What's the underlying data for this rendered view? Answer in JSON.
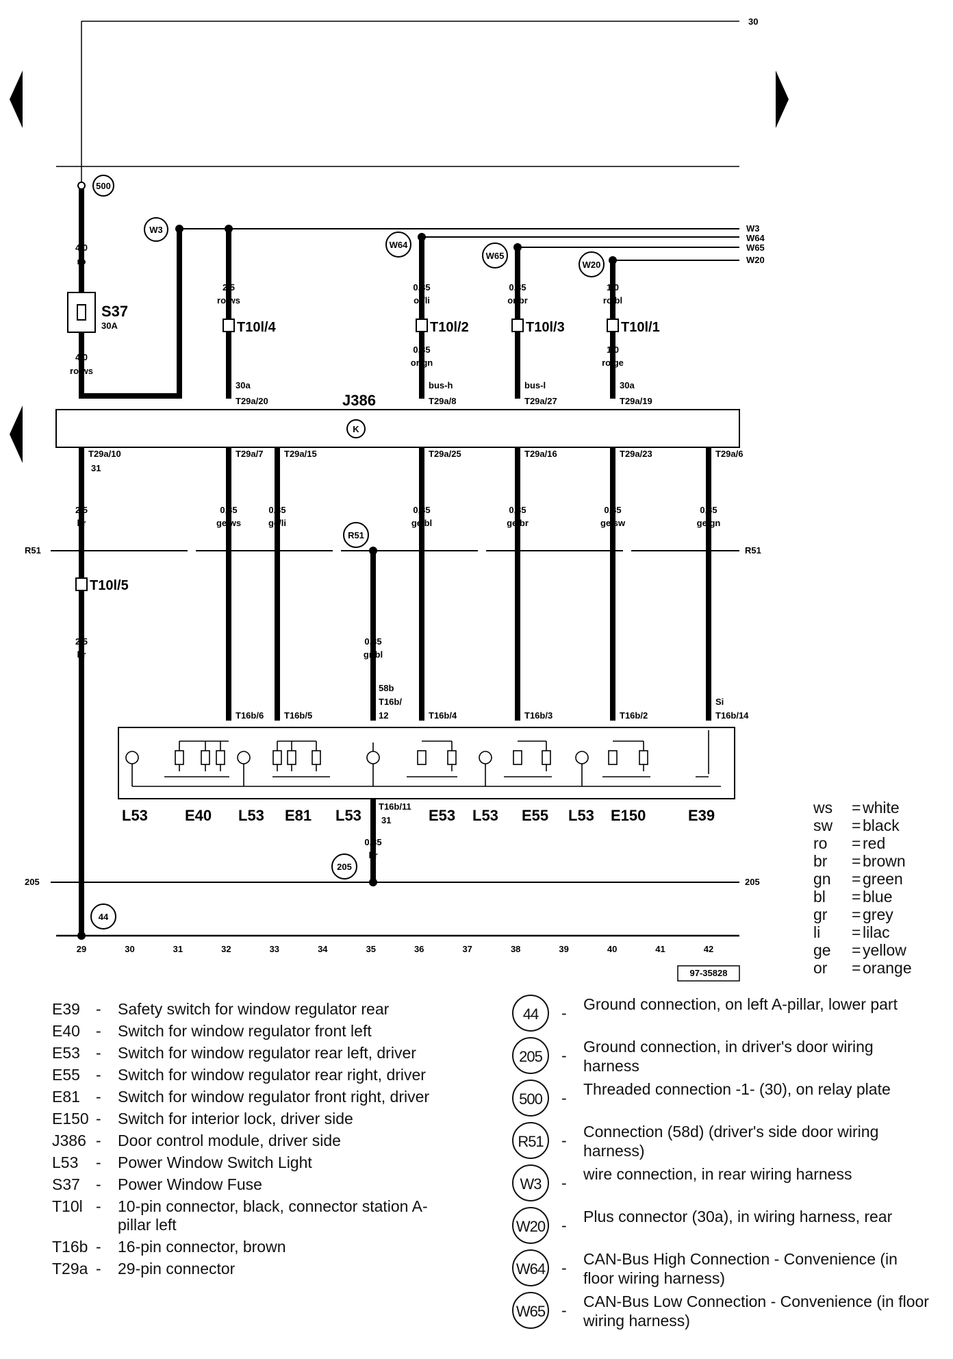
{
  "diagram": {
    "top_terminal": "30",
    "fuse": {
      "code": "S37",
      "rating": "30A"
    },
    "wire_w3": "W3",
    "wire_w64": "W64",
    "wire_w65": "W65",
    "wire_w20": "W20",
    "circle_500": "500",
    "circle_w3": "W3",
    "circle_w64": "W64",
    "circle_w65": "W65",
    "circle_w20": "W20",
    "circle_r51": "R51",
    "circle_205": "205",
    "circle_44": "44",
    "wire_fuse_in": {
      "gauge": "4,0",
      "color": "ro"
    },
    "wire_fuse_out": {
      "gauge": "4,0",
      "color": "ro/ws"
    },
    "upper_wires": [
      {
        "gauge": "2,5",
        "color": "ro/ws",
        "connector": "T10l/4",
        "pin_label": "30a",
        "pin": "T29a/20"
      },
      {
        "gauge": "0,35",
        "color": "or/li",
        "connector": "T10l/2",
        "gauge2": "0,35",
        "color2": "or/gn",
        "pin_label": "bus-h",
        "pin": "T29a/8"
      },
      {
        "gauge": "0,35",
        "color": "or/br",
        "connector": "T10l/3",
        "pin_label": "bus-l",
        "pin": "T29a/27"
      },
      {
        "gauge": "1,0",
        "color": "ro/bl",
        "connector": "T10l/1",
        "gauge2": "1,0",
        "color2": "ro/ge",
        "pin_label": "30a",
        "pin": "T29a/19"
      }
    ],
    "module": {
      "code": "J386",
      "symbol": "K"
    },
    "lower_pins": [
      {
        "pin": "T29a/10",
        "sub": "31",
        "gauge": "2,5",
        "color": "br"
      },
      {
        "pin": "T29a/7",
        "gauge": "0,35",
        "color": "ge/ws",
        "t16": "T16b/6"
      },
      {
        "pin": "T29a/15",
        "gauge": "0,35",
        "color": "ge/li",
        "t16": "T16b/5"
      },
      {
        "pin": "T29a/25",
        "gauge": "0,35",
        "color": "ge/bl",
        "t16": "T16b/4"
      },
      {
        "pin": "T29a/16",
        "gauge": "0,35",
        "color": "ge/br",
        "t16": "T16b/3"
      },
      {
        "pin": "T29a/23",
        "gauge": "0,35",
        "color": "ge/sw",
        "t16": "T16b/2"
      },
      {
        "pin": "T29a/6",
        "gauge": "0,35",
        "color": "ge/gn",
        "t16_label": "Si",
        "t16": "T16b/14"
      }
    ],
    "r51_left": "R51",
    "r51_right": "R51",
    "ground_connector": "T10l/5",
    "ground_wire_lower": {
      "gauge": "2,5",
      "color": "br"
    },
    "r51_drop": {
      "gauge": "0,35",
      "color": "gr/bl",
      "t16_label": "58b",
      "t16a": "T16b/",
      "t16b": "12"
    },
    "switch_ground": {
      "pin": "T16b/11",
      "sub": "31",
      "gauge": "0,35",
      "color": "br"
    },
    "switch_labels": [
      "L53",
      "E40",
      "L53",
      "E81",
      "L53",
      "E53",
      "L53",
      "E55",
      "L53",
      "E150",
      "E39"
    ],
    "line_205_left": "205",
    "line_205_right": "205",
    "scale": [
      "29",
      "30",
      "31",
      "32",
      "33",
      "34",
      "35",
      "36",
      "37",
      "38",
      "39",
      "40",
      "41",
      "42"
    ],
    "image_code": "97-35828"
  },
  "color_legend": [
    {
      "code": "ws",
      "name": "white"
    },
    {
      "code": "sw",
      "name": "black"
    },
    {
      "code": "ro",
      "name": "red"
    },
    {
      "code": "br",
      "name": "brown"
    },
    {
      "code": "gn",
      "name": "green"
    },
    {
      "code": "bl",
      "name": "blue"
    },
    {
      "code": "gr",
      "name": "grey"
    },
    {
      "code": "li",
      "name": "lilac"
    },
    {
      "code": "ge",
      "name": "yellow"
    },
    {
      "code": "or",
      "name": "orange"
    }
  ],
  "components": [
    {
      "code": "E39",
      "desc": "Safety switch for window regulator rear"
    },
    {
      "code": "E40",
      "desc": "Switch for window regulator front left"
    },
    {
      "code": "E53",
      "desc": "Switch for window regulator rear left, driver"
    },
    {
      "code": "E55",
      "desc": "Switch for window regulator rear right, driver"
    },
    {
      "code": "E81",
      "desc": "Switch for window regulator front right, driver"
    },
    {
      "code": "E150",
      "desc": "Switch for interior lock, driver side"
    },
    {
      "code": "J386",
      "desc": "Door control module, driver side"
    },
    {
      "code": "L53",
      "desc": "Power Window Switch Light"
    },
    {
      "code": "S37",
      "desc": "Power Window Fuse"
    },
    {
      "code": "T10l",
      "desc": "10-pin connector, black, connector station A-pillar left"
    },
    {
      "code": "T16b",
      "desc": "16-pin connector, brown"
    },
    {
      "code": "T29a",
      "desc": "29-pin connector"
    }
  ],
  "connections": [
    {
      "code": "44",
      "desc": "Ground connection, on left A-pillar, lower part"
    },
    {
      "code": "205",
      "desc": "Ground connection, in driver's door wiring harness"
    },
    {
      "code": "500",
      "desc": "Threaded connection -1- (30), on relay plate"
    },
    {
      "code": "R51",
      "desc": "Connection (58d) (driver's side door wiring harness)"
    },
    {
      "code": "W3",
      "desc": "wire connection, in rear wiring harness"
    },
    {
      "code": "W20",
      "desc": "Plus connector (30a), in wiring harness, rear"
    },
    {
      "code": "W64",
      "desc": "CAN-Bus High Connection - Convenience (in floor wiring harness)"
    },
    {
      "code": "W65",
      "desc": "CAN-Bus Low Connection - Convenience (in floor wiring harness)"
    }
  ]
}
